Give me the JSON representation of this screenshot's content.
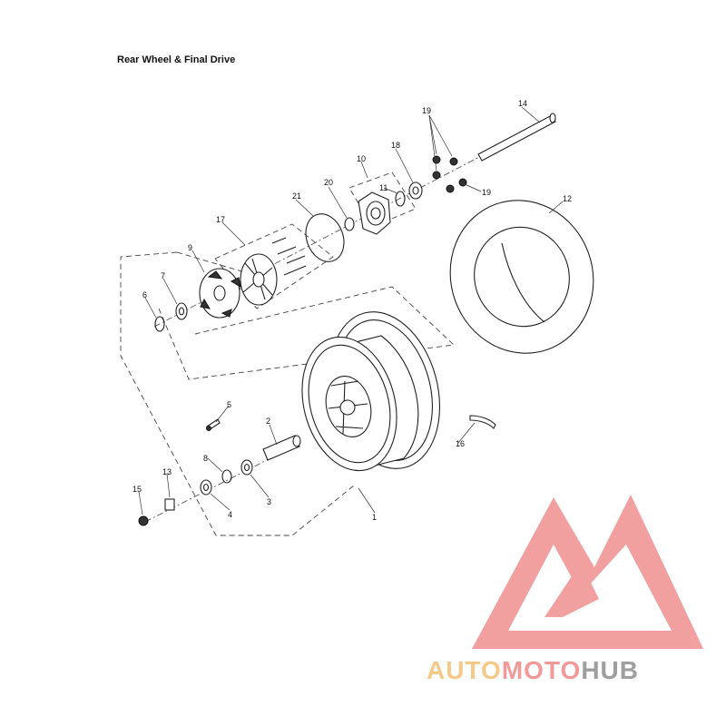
{
  "title": "Rear Wheel & Final Drive",
  "callouts": [
    {
      "id": "c1",
      "text": "1"
    },
    {
      "id": "c2",
      "text": "2"
    },
    {
      "id": "c3",
      "text": "3"
    },
    {
      "id": "c4",
      "text": "4"
    },
    {
      "id": "c5",
      "text": "5"
    },
    {
      "id": "c6",
      "text": "6"
    },
    {
      "id": "c7",
      "text": "7"
    },
    {
      "id": "c8",
      "text": "8"
    },
    {
      "id": "c9",
      "text": "9"
    },
    {
      "id": "c10",
      "text": "10"
    },
    {
      "id": "c11",
      "text": "11"
    },
    {
      "id": "c12",
      "text": "12"
    },
    {
      "id": "c13",
      "text": "13"
    },
    {
      "id": "c14",
      "text": "14"
    },
    {
      "id": "c15",
      "text": "15"
    },
    {
      "id": "c16",
      "text": "16"
    },
    {
      "id": "c17",
      "text": "17"
    },
    {
      "id": "c18",
      "text": "18"
    },
    {
      "id": "c19a",
      "text": "19"
    },
    {
      "id": "c19b",
      "text": "19"
    },
    {
      "id": "c20",
      "text": "20"
    },
    {
      "id": "c21",
      "text": "21"
    }
  ],
  "watermark": {
    "part1": "AUTO",
    "part2": "MOTO",
    "part3": "HUB",
    "color_auto": "#f5c98a",
    "color_moto": "#f29a9a",
    "color_hub": "#9e9e9e",
    "logo_color": "#f08f8f"
  }
}
